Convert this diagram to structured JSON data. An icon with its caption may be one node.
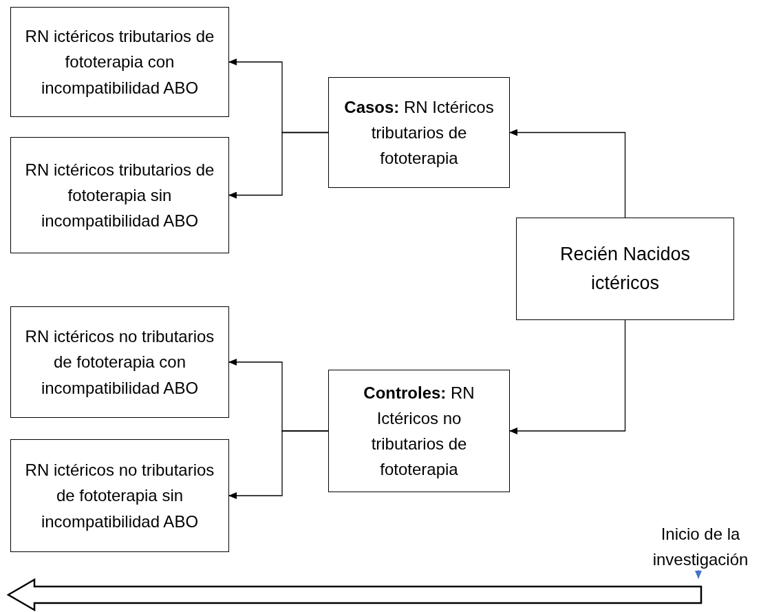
{
  "diagram": {
    "nodes": [
      {
        "text": [
          "RN ictéricos tributarios de fototerapia con incompatibilidad ABO"
        ]
      },
      {
        "text": [
          "**Casos:** RN Ictéricos tributarios de fototerapia"
        ]
      },
      {
        "text": [
          "RN ictéricos tributarios de fototerapia sin incompatibilidad ABO"
        ]
      },
      {
        "text": [
          "Recién Nacidos ictéricos"
        ]
      },
      {
        "text": [
          "RN ictéricos no tributarios de fototerapia con incompatibilidad ABO"
        ]
      },
      {
        "text": [
          "**Controles:** RN Ictéricos no tributarios de fototerapia"
        ]
      },
      {
        "text": [
          "RN ictéricos no tributarios de fototerapia sin incompatibilidad ABO"
        ]
      },
      {
        "text": [
          "Inicio de la investigación"
        ]
      },
      {
        "text": [],
        "shape": "arrow"
      }
    ],
    "edges": [
      {
        "from": 3,
        "to": 1,
        "arrow": "to"
      },
      {
        "from": 1,
        "to": 0,
        "arrow": "to"
      },
      {
        "from": 1,
        "to": 2,
        "arrow": "to"
      },
      {
        "from": 3,
        "to": 5,
        "arrow": "to"
      },
      {
        "from": 5,
        "to": 4,
        "arrow": "to"
      },
      {
        "from": 5,
        "to": 6,
        "arrow": "to"
      },
      {
        "from": 7,
        "to": 8,
        "arrow": "to",
        "color": "#4472c4"
      }
    ]
  }
}
